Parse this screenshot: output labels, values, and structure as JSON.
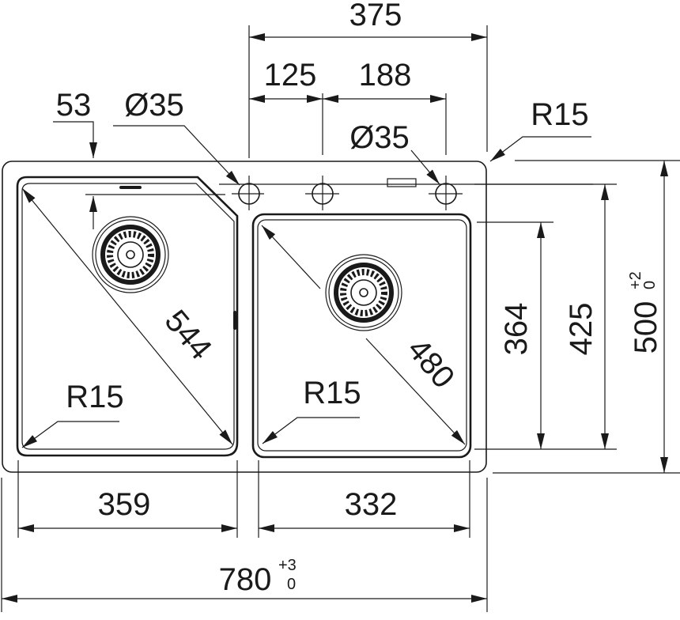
{
  "drawing": {
    "subject": "double bowl sink top view",
    "line_color": "#1a1a1a",
    "background": "#ffffff"
  },
  "dimensions": {
    "overall_width": {
      "value": "780",
      "tol_upper": "+3",
      "tol_lower": "0"
    },
    "overall_depth": {
      "value": "500",
      "tol_upper": "+2",
      "tol_lower": "0"
    },
    "tap_holes_span": "375",
    "tap_hole_spacing_1": "125",
    "tap_hole_spacing_2": "188",
    "tap_hole_offset": "53",
    "tap_hole_diameter_left": "Ø35",
    "tap_hole_diameter_right": "Ø35",
    "outer_corner_radius": "R15",
    "left_bowl_width": "359",
    "right_bowl_width": "332",
    "left_bowl_diagonal": "544",
    "right_bowl_diagonal": "480",
    "left_bowl_radius": "R15",
    "right_bowl_radius": "R15",
    "right_bowl_depth": "364",
    "bowls_outer_depth": "425"
  }
}
